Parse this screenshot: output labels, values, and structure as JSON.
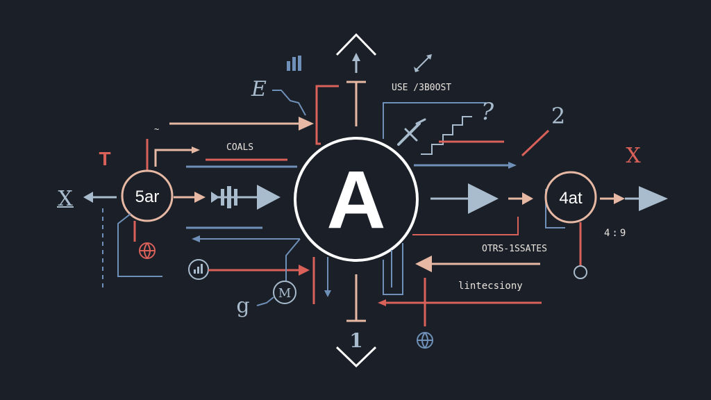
{
  "center_node": {
    "label": "A"
  },
  "left_node": {
    "label": "5ar"
  },
  "right_node": {
    "label": "4at"
  },
  "labels": {
    "use_boost": "USE /3B0OST",
    "goals": "COALS",
    "otrs_issates": "OTRS-1SSATES",
    "lintecsiony": "lintecsiony",
    "ratio": "4:9",
    "letter_e": "E",
    "letter_g": "g",
    "letter_t": "T",
    "letter_x_right": "X",
    "letter_x_left": "X",
    "digit_2": "2",
    "digit_1": "1",
    "symbol_q": "?",
    "m_node": "M"
  },
  "colors": {
    "background": "#1b2028",
    "blue": "#6f90b8",
    "red": "#d9615a",
    "peach": "#e7b9a4",
    "light_blue": "#a9bccd",
    "white": "#ffffff"
  }
}
